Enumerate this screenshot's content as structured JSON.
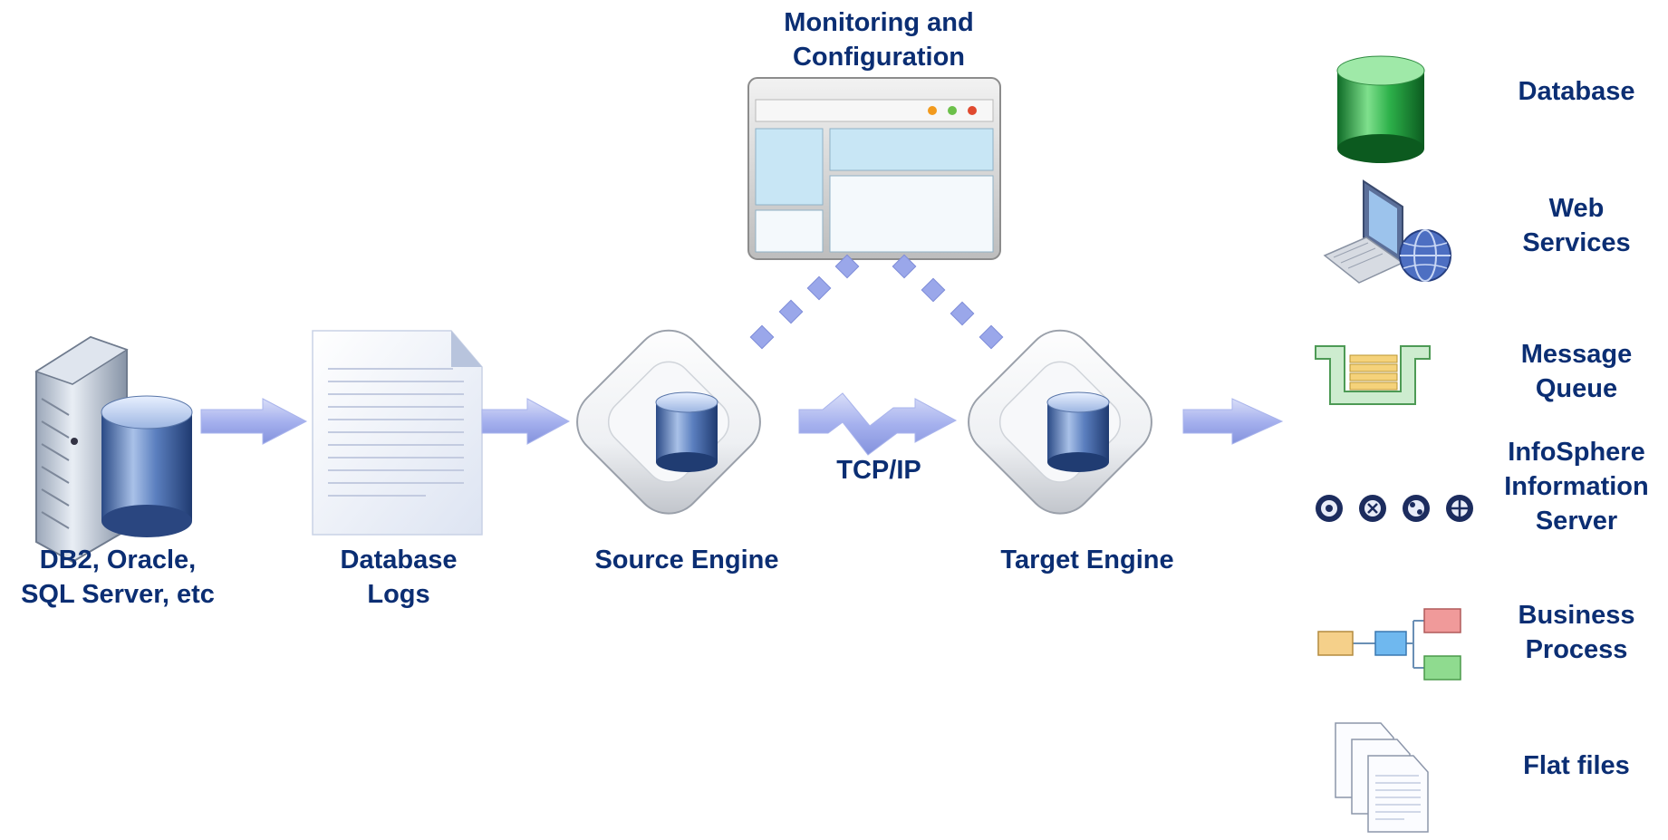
{
  "diagram": {
    "monitoring_label": [
      "Monitoring and",
      "Configuration"
    ],
    "source_db_label": [
      "DB2, Oracle,",
      "SQL Server, etc"
    ],
    "logs_label": [
      "Database",
      "Logs"
    ],
    "source_engine_label": "Source Engine",
    "target_engine_label": "Target Engine",
    "link_label": "TCP/IP"
  },
  "targets": [
    {
      "icon": "database-icon",
      "label": [
        "Database"
      ]
    },
    {
      "icon": "web-services-icon",
      "label": [
        "Web",
        "Services"
      ]
    },
    {
      "icon": "message-queue-icon",
      "label": [
        "Message",
        "Queue"
      ]
    },
    {
      "icon": "infosphere-icons",
      "label": [
        "InfoSphere",
        "Information",
        "Server"
      ]
    },
    {
      "icon": "business-process-icon",
      "label": [
        "Business",
        "Process"
      ]
    },
    {
      "icon": "flat-files-icon",
      "label": [
        "Flat files"
      ]
    }
  ],
  "colors": {
    "label": "#0b2e73",
    "arrow": "#8f9ee6",
    "cylinder_blue": "#5f7fb3",
    "database_green": "#1f9a3c"
  }
}
